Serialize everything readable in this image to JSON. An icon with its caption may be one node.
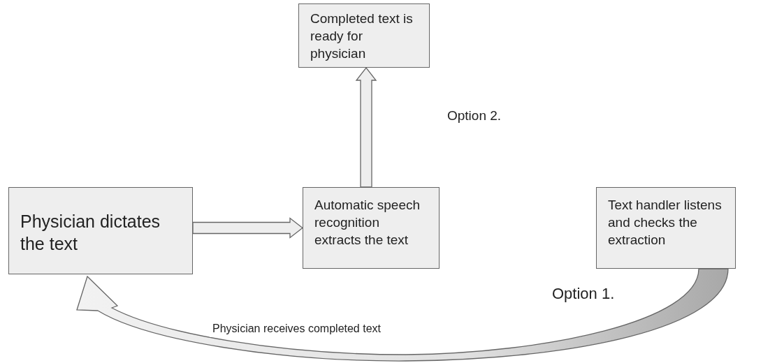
{
  "diagram": {
    "nodes": [
      {
        "text": [
          "Completed text is ready for physician"
        ]
      },
      {
        "text": [
          "Physician dictates the text"
        ]
      },
      {
        "text": [
          "Automatic speech recognition extracts the text"
        ]
      },
      {
        "text": [
          "Text handler listens and checks the extraction"
        ]
      }
    ],
    "edges": [
      {
        "from": 1,
        "to": 2,
        "arrow": "to",
        "style": "thick"
      },
      {
        "from": 2,
        "to": 0,
        "arrow": "to",
        "style": "thick"
      },
      {
        "from": 3,
        "to": 1,
        "arrow": "to",
        "style": "thick",
        "label": "Physician receives completed text"
      }
    ],
    "labels": [
      "Option 2.",
      "Option 1."
    ]
  }
}
